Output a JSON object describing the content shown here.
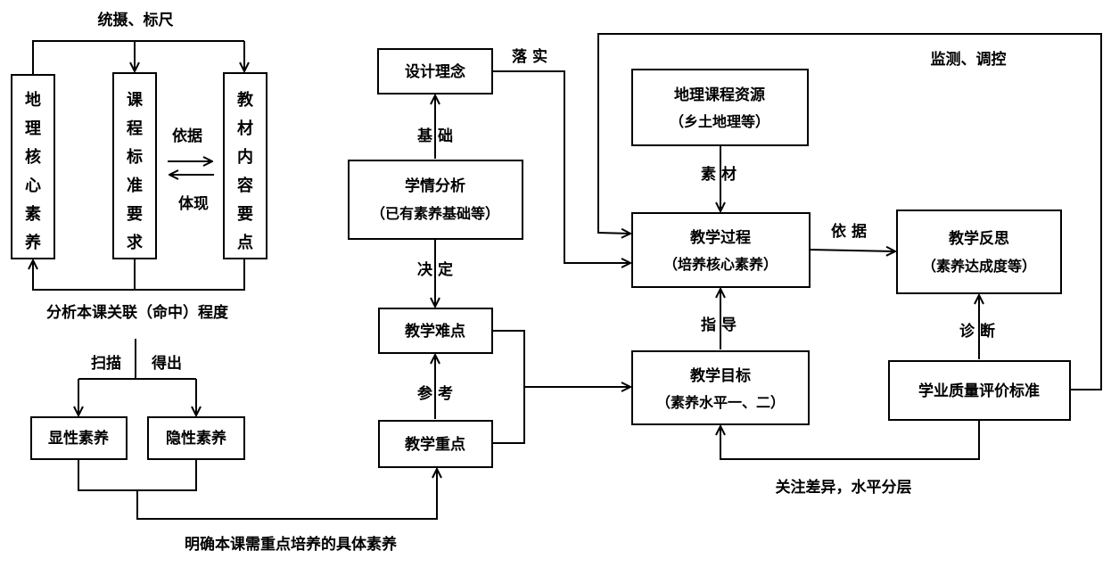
{
  "boxes": {
    "geo_core_literacy": "地理核心素养",
    "curriculum_standard": "课程标准要求",
    "textbook_content": "教材内容要点",
    "explicit_literacy": "显性素养",
    "implicit_literacy": "隐性素养",
    "design_concept": "设计理念",
    "learner_analysis": {
      "line1": "学情分析",
      "line2": "（已有素养基础等）"
    },
    "teaching_difficulty": "教学难点",
    "teaching_key_point": "教学重点",
    "geo_course_resources": {
      "line1": "地理课程资源",
      "line2": "（乡土地理等）"
    },
    "teaching_process": {
      "line1": "教学过程",
      "line2": "（培养核心素养）"
    },
    "teaching_objectives": {
      "line1": "教学目标",
      "line2": "（素养水平一、二）"
    },
    "teaching_reflection": {
      "line1": "教学反思",
      "line2": "（素养达成度等）"
    },
    "quality_standard": "学业质量评价标准"
  },
  "labels": {
    "coordinate_measure": "统摄、标尺",
    "basis": "依据",
    "embody": "体现",
    "analyze_relevance": "分析本课关联（命中）程度",
    "scan": "扫描",
    "derive": "得出",
    "clarify_literacy": "明确本课需重点培养的具体素养",
    "implement": "落 实",
    "foundation": "基 础",
    "decide": "决 定",
    "reference": "参 考",
    "material": "素 材",
    "basis2": "依 据",
    "guide": "指 导",
    "diagnose": "诊 断",
    "monitor_regulate": "监测、调控",
    "attend_difference": "关注差异，水平分层"
  }
}
